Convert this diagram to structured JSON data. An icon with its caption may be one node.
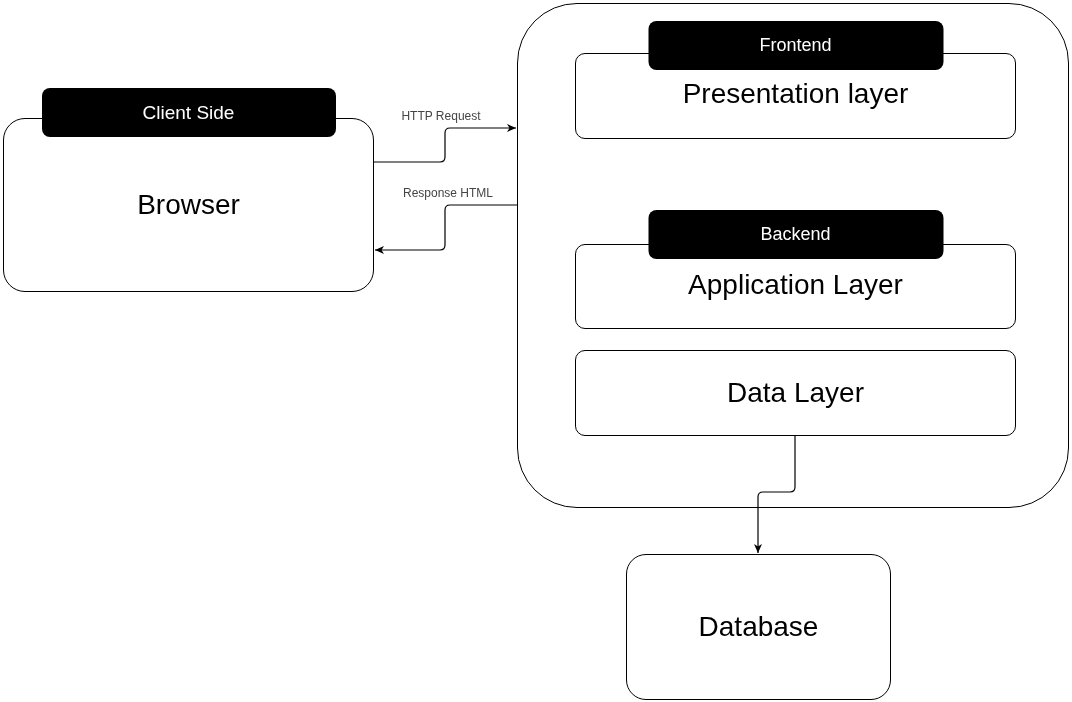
{
  "diagram": {
    "nodes": [
      {
        "text": [
          "Client Side",
          "Browser"
        ]
      },
      {
        "text": [],
        "shape": "box"
      },
      {
        "text": [
          "Frontend",
          "Presentation layer"
        ],
        "in": 1
      },
      {
        "text": [
          "Backend",
          "Application Layer"
        ],
        "in": 1
      },
      {
        "text": [
          "Data Layer"
        ],
        "in": 1
      },
      {
        "text": [
          "Database"
        ]
      }
    ],
    "edges": [
      {
        "from": 0,
        "to": 1,
        "arrow": "to",
        "label": "HTTP Request"
      },
      {
        "from": 1,
        "to": 0,
        "arrow": "to",
        "label": "Response HTML"
      },
      {
        "from": 4,
        "to": 5,
        "arrow": "to"
      }
    ]
  }
}
